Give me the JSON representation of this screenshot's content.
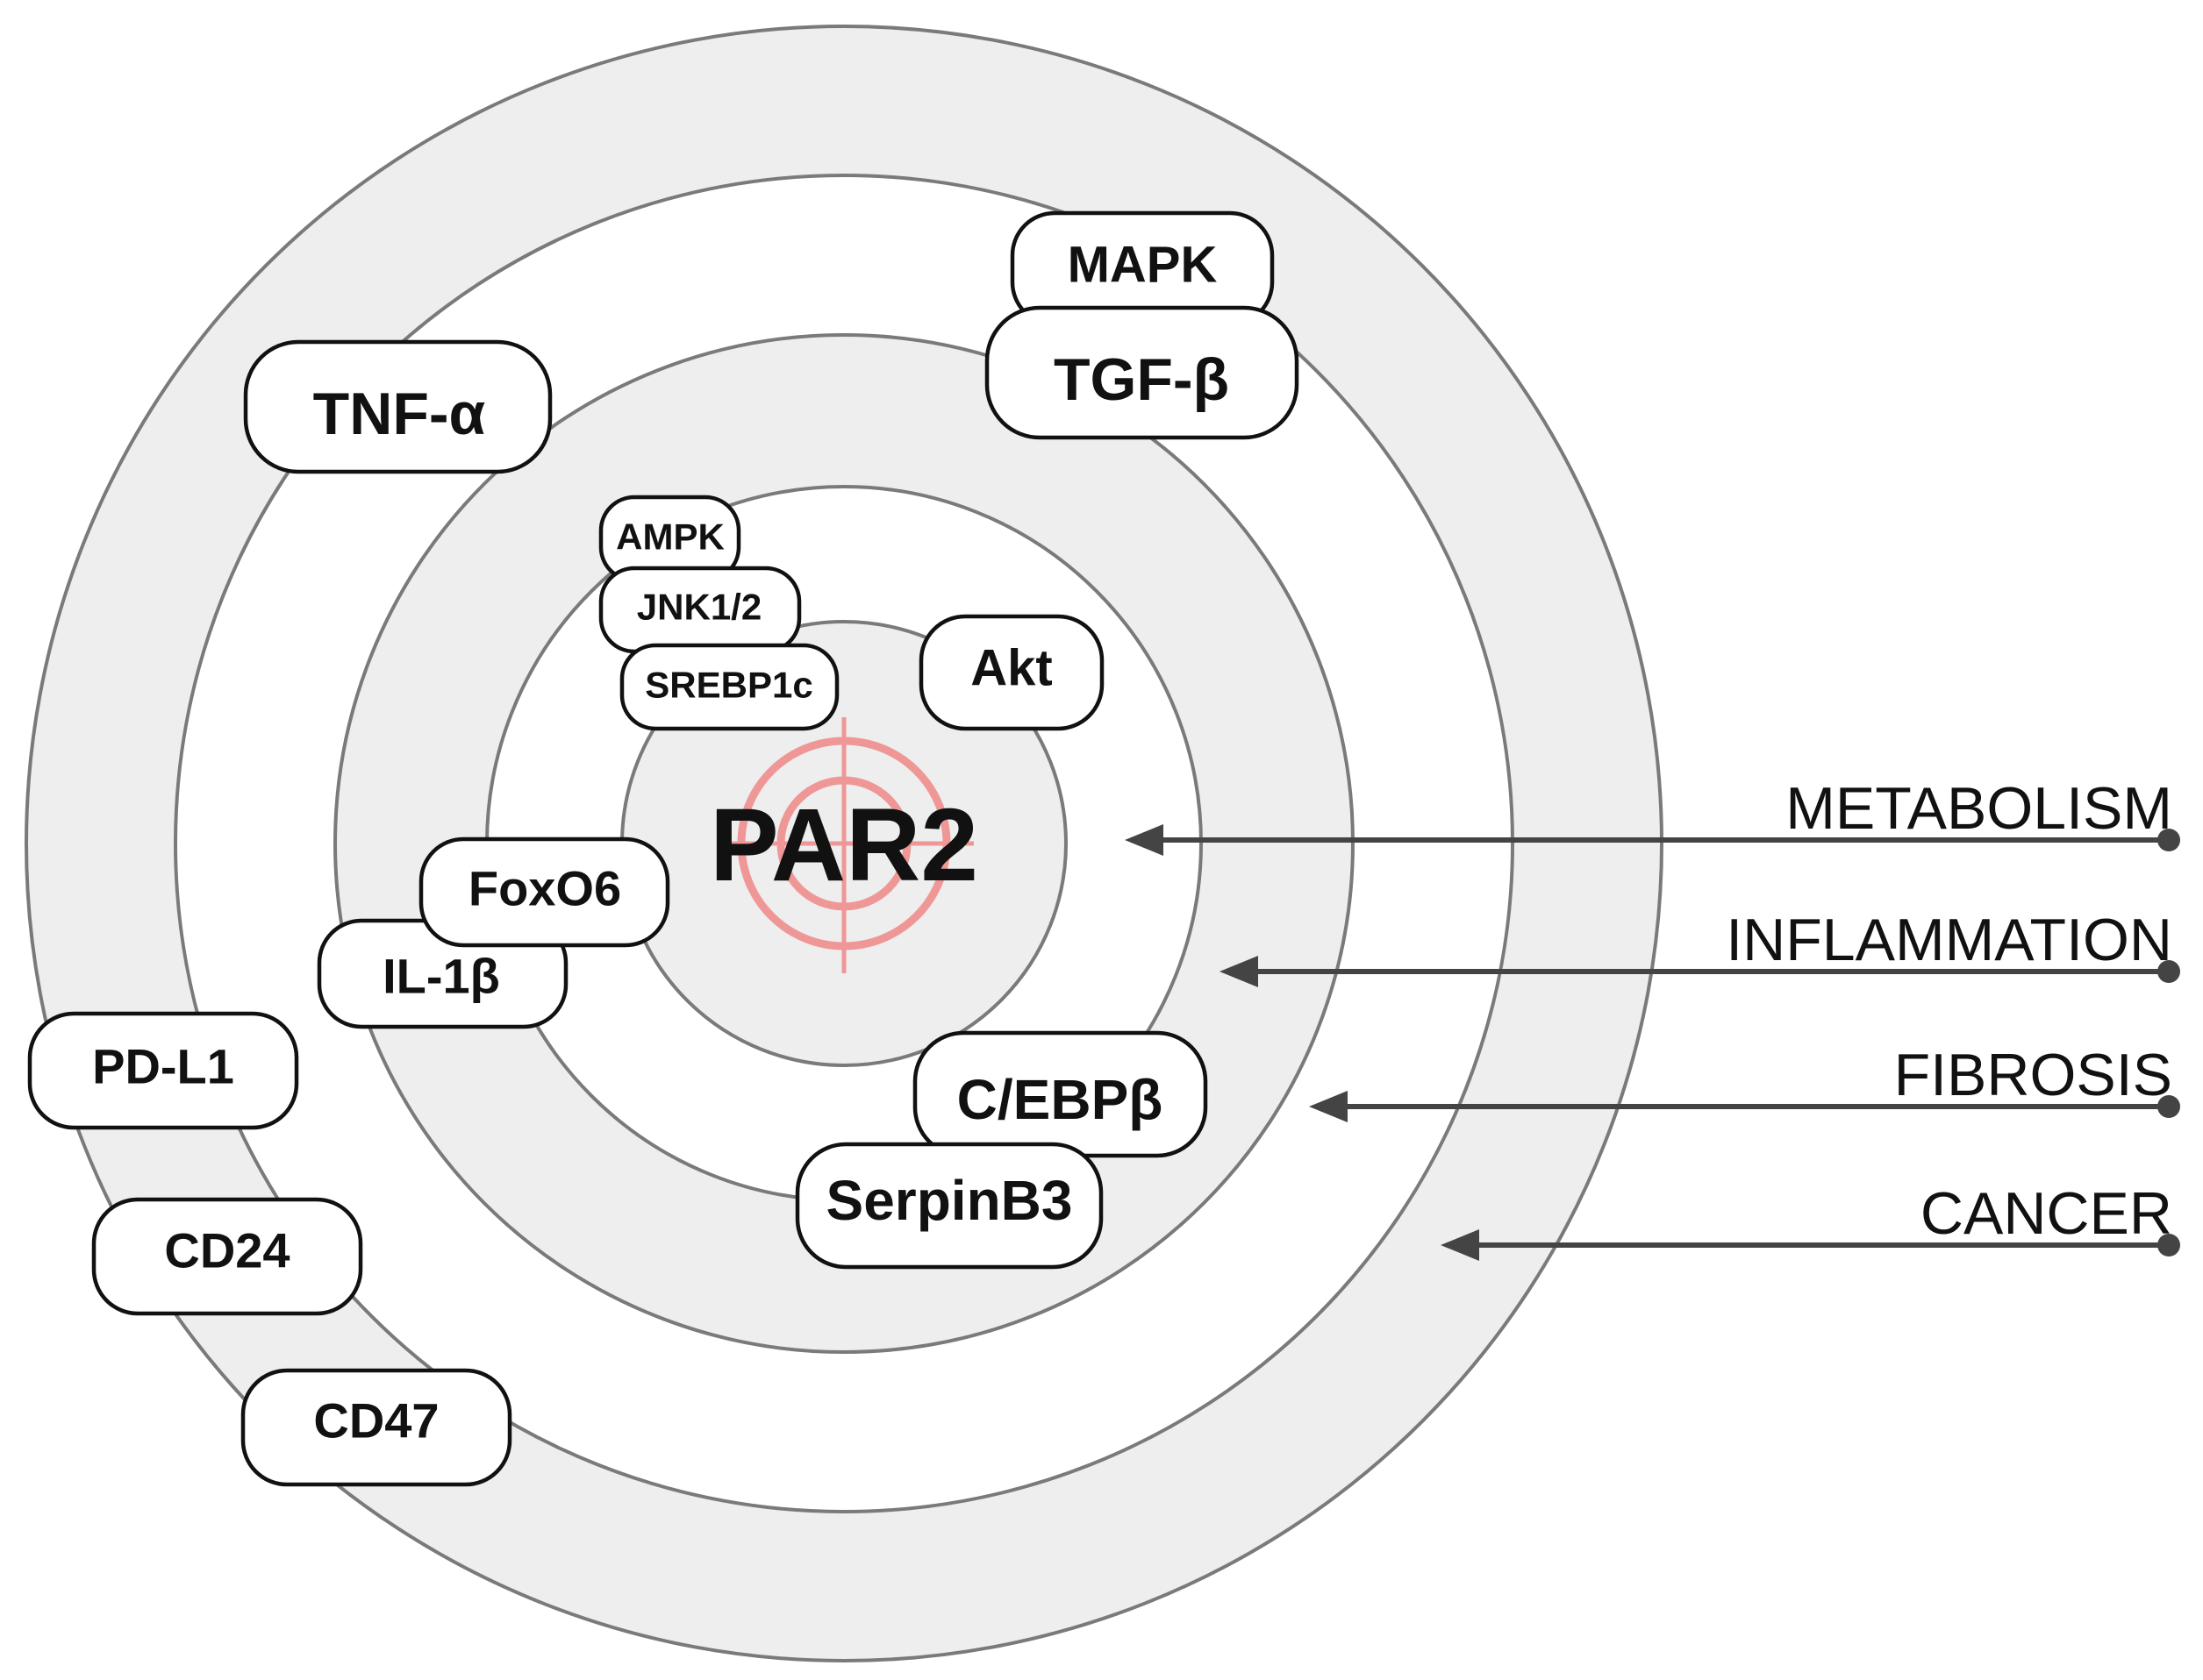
{
  "diagram": {
    "center": {
      "label": "PAR2",
      "target_color": "#f07a7a"
    },
    "ring_colors": {
      "fill_shaded": "#eeeeee",
      "fill_white": "#ffffff",
      "stroke": "#7a7a7a"
    },
    "layers": [
      {
        "label": "METABOLISM"
      },
      {
        "label": "INFLAMMATION"
      },
      {
        "label": "FIBROSIS"
      },
      {
        "label": "CANCER"
      }
    ],
    "nodes": [
      {
        "label": "MAPK"
      },
      {
        "label": "TGF-β"
      },
      {
        "label": "TNF-α"
      },
      {
        "label": "AMPK"
      },
      {
        "label": "JNK1/2"
      },
      {
        "label": "SREBP1c"
      },
      {
        "label": "Akt"
      },
      {
        "label": "FoxO6"
      },
      {
        "label": "IL-1β"
      },
      {
        "label": "PD-L1"
      },
      {
        "label": "C/EBPβ"
      },
      {
        "label": "SerpinB3"
      },
      {
        "label": "CD24"
      },
      {
        "label": "CD47"
      }
    ]
  }
}
